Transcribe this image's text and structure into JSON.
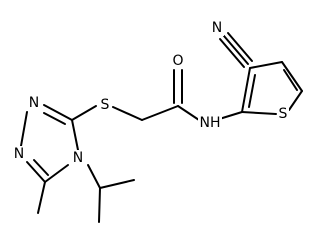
{
  "colors": {
    "background": "#ffffff",
    "bonds": "#000000",
    "labels": "#000000"
  },
  "atom_labels": {
    "n_cyano": "N",
    "o_carbonyl": "O",
    "s_thioether": "S",
    "s_thiophene": "S",
    "nh_amide": "NH",
    "n_ring_top": "N",
    "n_ring_left": "N",
    "n_ring_bottom": "N"
  }
}
